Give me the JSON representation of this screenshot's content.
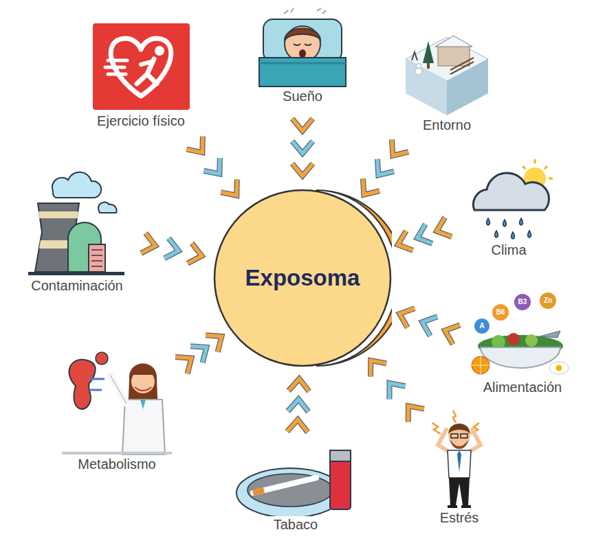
{
  "diagram": {
    "nodes": [
      {
        "text": [
          "Exposoma"
        ]
      },
      {
        "text": [
          "Ejercicio físico"
        ]
      },
      {
        "text": [
          "Sueño"
        ]
      },
      {
        "text": [
          "Entorno"
        ]
      },
      {
        "text": [
          "Contaminación"
        ]
      },
      {
        "text": [
          "Clima"
        ]
      },
      {
        "text": [
          "Alimentación"
        ]
      },
      {
        "text": [
          "Metabolismo"
        ]
      },
      {
        "text": [
          "Estrés"
        ]
      },
      {
        "text": [
          "Tabaco"
        ]
      }
    ],
    "edges": [
      {
        "from": 1,
        "to": 0,
        "arrow": "to"
      },
      {
        "from": 2,
        "to": 0,
        "arrow": "to"
      },
      {
        "from": 3,
        "to": 0,
        "arrow": "to"
      },
      {
        "from": 4,
        "to": 0,
        "arrow": "to"
      },
      {
        "from": 5,
        "to": 0,
        "arrow": "to"
      },
      {
        "from": 6,
        "to": 0,
        "arrow": "to"
      },
      {
        "from": 7,
        "to": 0,
        "arrow": "to"
      },
      {
        "from": 8,
        "to": 0,
        "arrow": "to"
      },
      {
        "from": 9,
        "to": 0,
        "arrow": "to"
      }
    ],
    "labels": [
      "B6",
      "B3",
      "Zn",
      "A"
    ]
  }
}
